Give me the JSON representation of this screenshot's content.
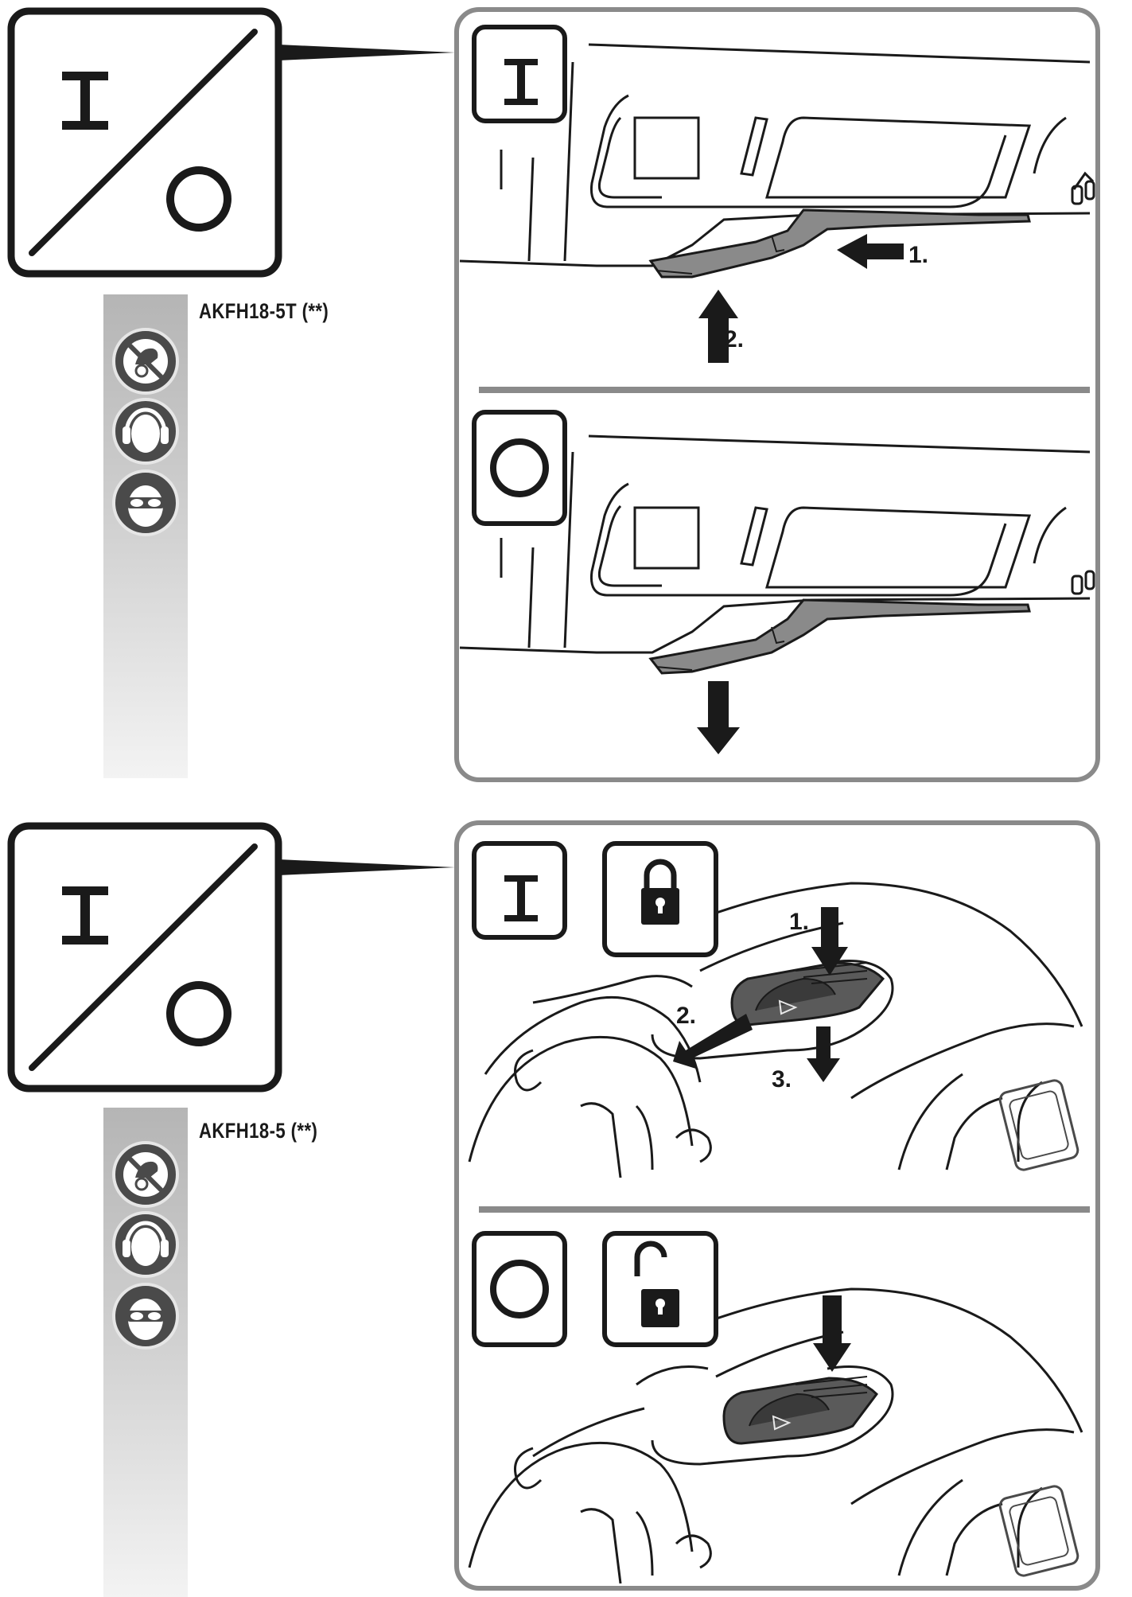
{
  "sections": [
    {
      "model": "AKFH18-5T (**)",
      "state_on_symbol": "I",
      "state_off_symbol": "O",
      "steps_on": [
        "1.",
        "2."
      ],
      "safety_icons": [
        "no-glove-icon",
        "ear-protection-icon",
        "eye-protection-icon"
      ]
    },
    {
      "model": "AKFH18-5 (**)",
      "state_on_symbol": "I",
      "state_off_symbol": "O",
      "lock_icon": "padlock-closed-icon",
      "unlock_icon": "padlock-open-icon",
      "steps_on": [
        "1.",
        "2.",
        "3."
      ],
      "safety_icons": [
        "no-glove-icon",
        "ear-protection-icon",
        "eye-protection-icon"
      ]
    }
  ],
  "colors": {
    "stroke": "#1a1a1a",
    "panel_border": "#8a8a8a",
    "sidebar_top": "#b7b7b7",
    "sidebar_bottom": "#f2f2f2",
    "icon_fill": "#4a4a4a"
  }
}
